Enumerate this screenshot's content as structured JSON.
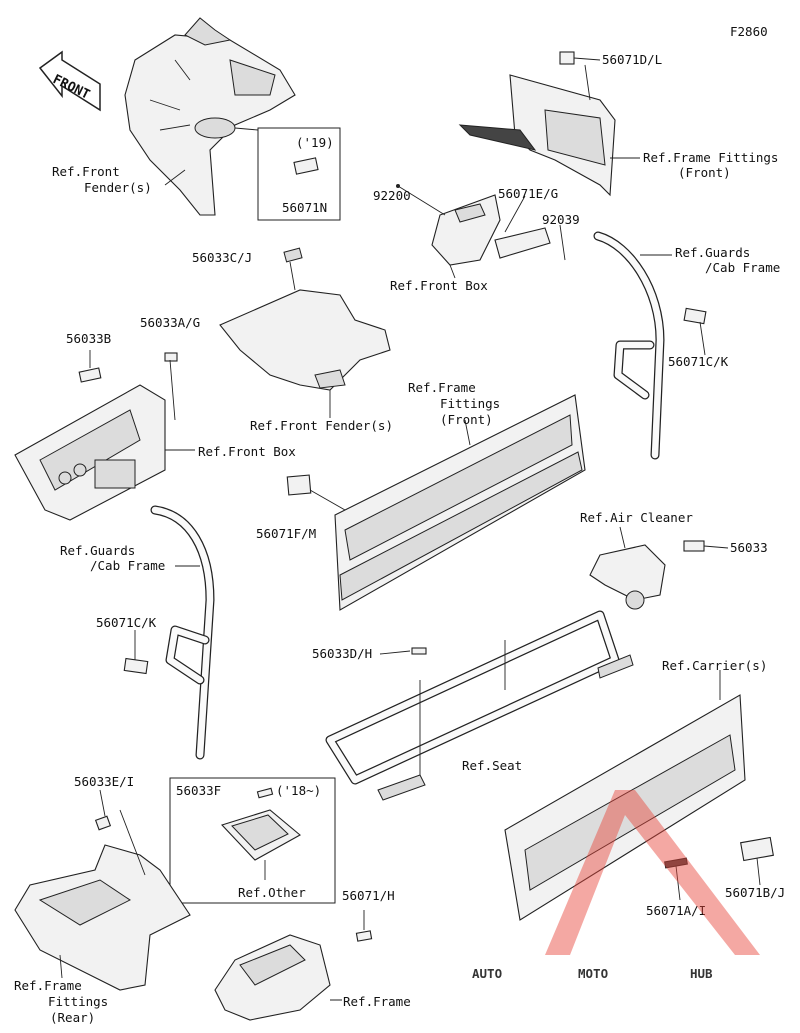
{
  "figure_id": "F2860",
  "front_arrow_label": "FRONT",
  "year_19": "('19)",
  "year_18": "('18~)",
  "labels": {
    "ref_front_fender_top": [
      "Ref.Front",
      "Fender(s)"
    ],
    "ref_front_fender_mid": "Ref.Front Fender(s)",
    "ref_frame_fittings_front_top": [
      "Ref.Frame Fittings",
      "(Front)"
    ],
    "ref_frame_fittings_front_mid": [
      "Ref.Frame",
      "Fittings",
      "(Front)"
    ],
    "ref_frame_fittings_rear": [
      "Ref.Frame",
      "Fittings",
      "(Rear)"
    ],
    "ref_front_box_top": "Ref.Front Box",
    "ref_front_box_mid": "Ref.Front Box",
    "ref_guards_right": [
      "Ref.Guards",
      "/Cab Frame"
    ],
    "ref_guards_left": [
      "Ref.Guards",
      "/Cab Frame"
    ],
    "ref_air_cleaner": "Ref.Air Cleaner",
    "ref_carrier": "Ref.Carrier(s)",
    "ref_seat": "Ref.Seat",
    "ref_other": "Ref.Other",
    "ref_frame": "Ref.Frame"
  },
  "part_numbers": {
    "p56071D_L": "56071D/L",
    "p56071N": "56071N",
    "p92200": "92200",
    "p56071E_G": "56071E/G",
    "p92039": "92039",
    "p56033C_J": "56033C/J",
    "p56033B": "56033B",
    "p56033A_G": "56033A/G",
    "p56071C_K_right": "56071C/K",
    "p56071F_M": "56071F/M",
    "p56033": "56033",
    "p56071C_K_left": "56071C/K",
    "p56033D_H": "56033D/H",
    "p56033E_I": "56033E/I",
    "p56033F": "56033F",
    "p56071_H": "56071/H",
    "p56071A_I": "56071A/I",
    "p56071B_J": "56071B/J"
  },
  "watermark": {
    "part1": "AUTO",
    "part2": "MOTO",
    "part3": "HUB",
    "color1": "#f2b84a",
    "color2": "#e8463a",
    "color3": "#9a9a9a"
  }
}
